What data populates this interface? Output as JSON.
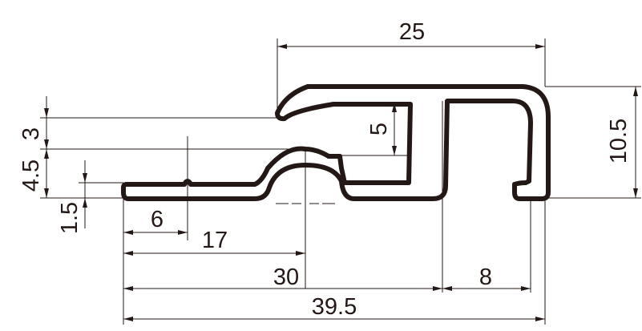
{
  "dimensions": {
    "top_width": "25",
    "right_height": "10.5",
    "lip_height": "3",
    "inner_depth": "5",
    "step_height": "4.5",
    "base_thickness": "1.5",
    "groove_offset": "6",
    "arch_center": "17",
    "channel_width": "30",
    "hook_width": "8",
    "overall_width": "39.5"
  },
  "colors": {
    "line": "#231815",
    "profile_fill": "#ffffff",
    "background": "#ffffff"
  }
}
